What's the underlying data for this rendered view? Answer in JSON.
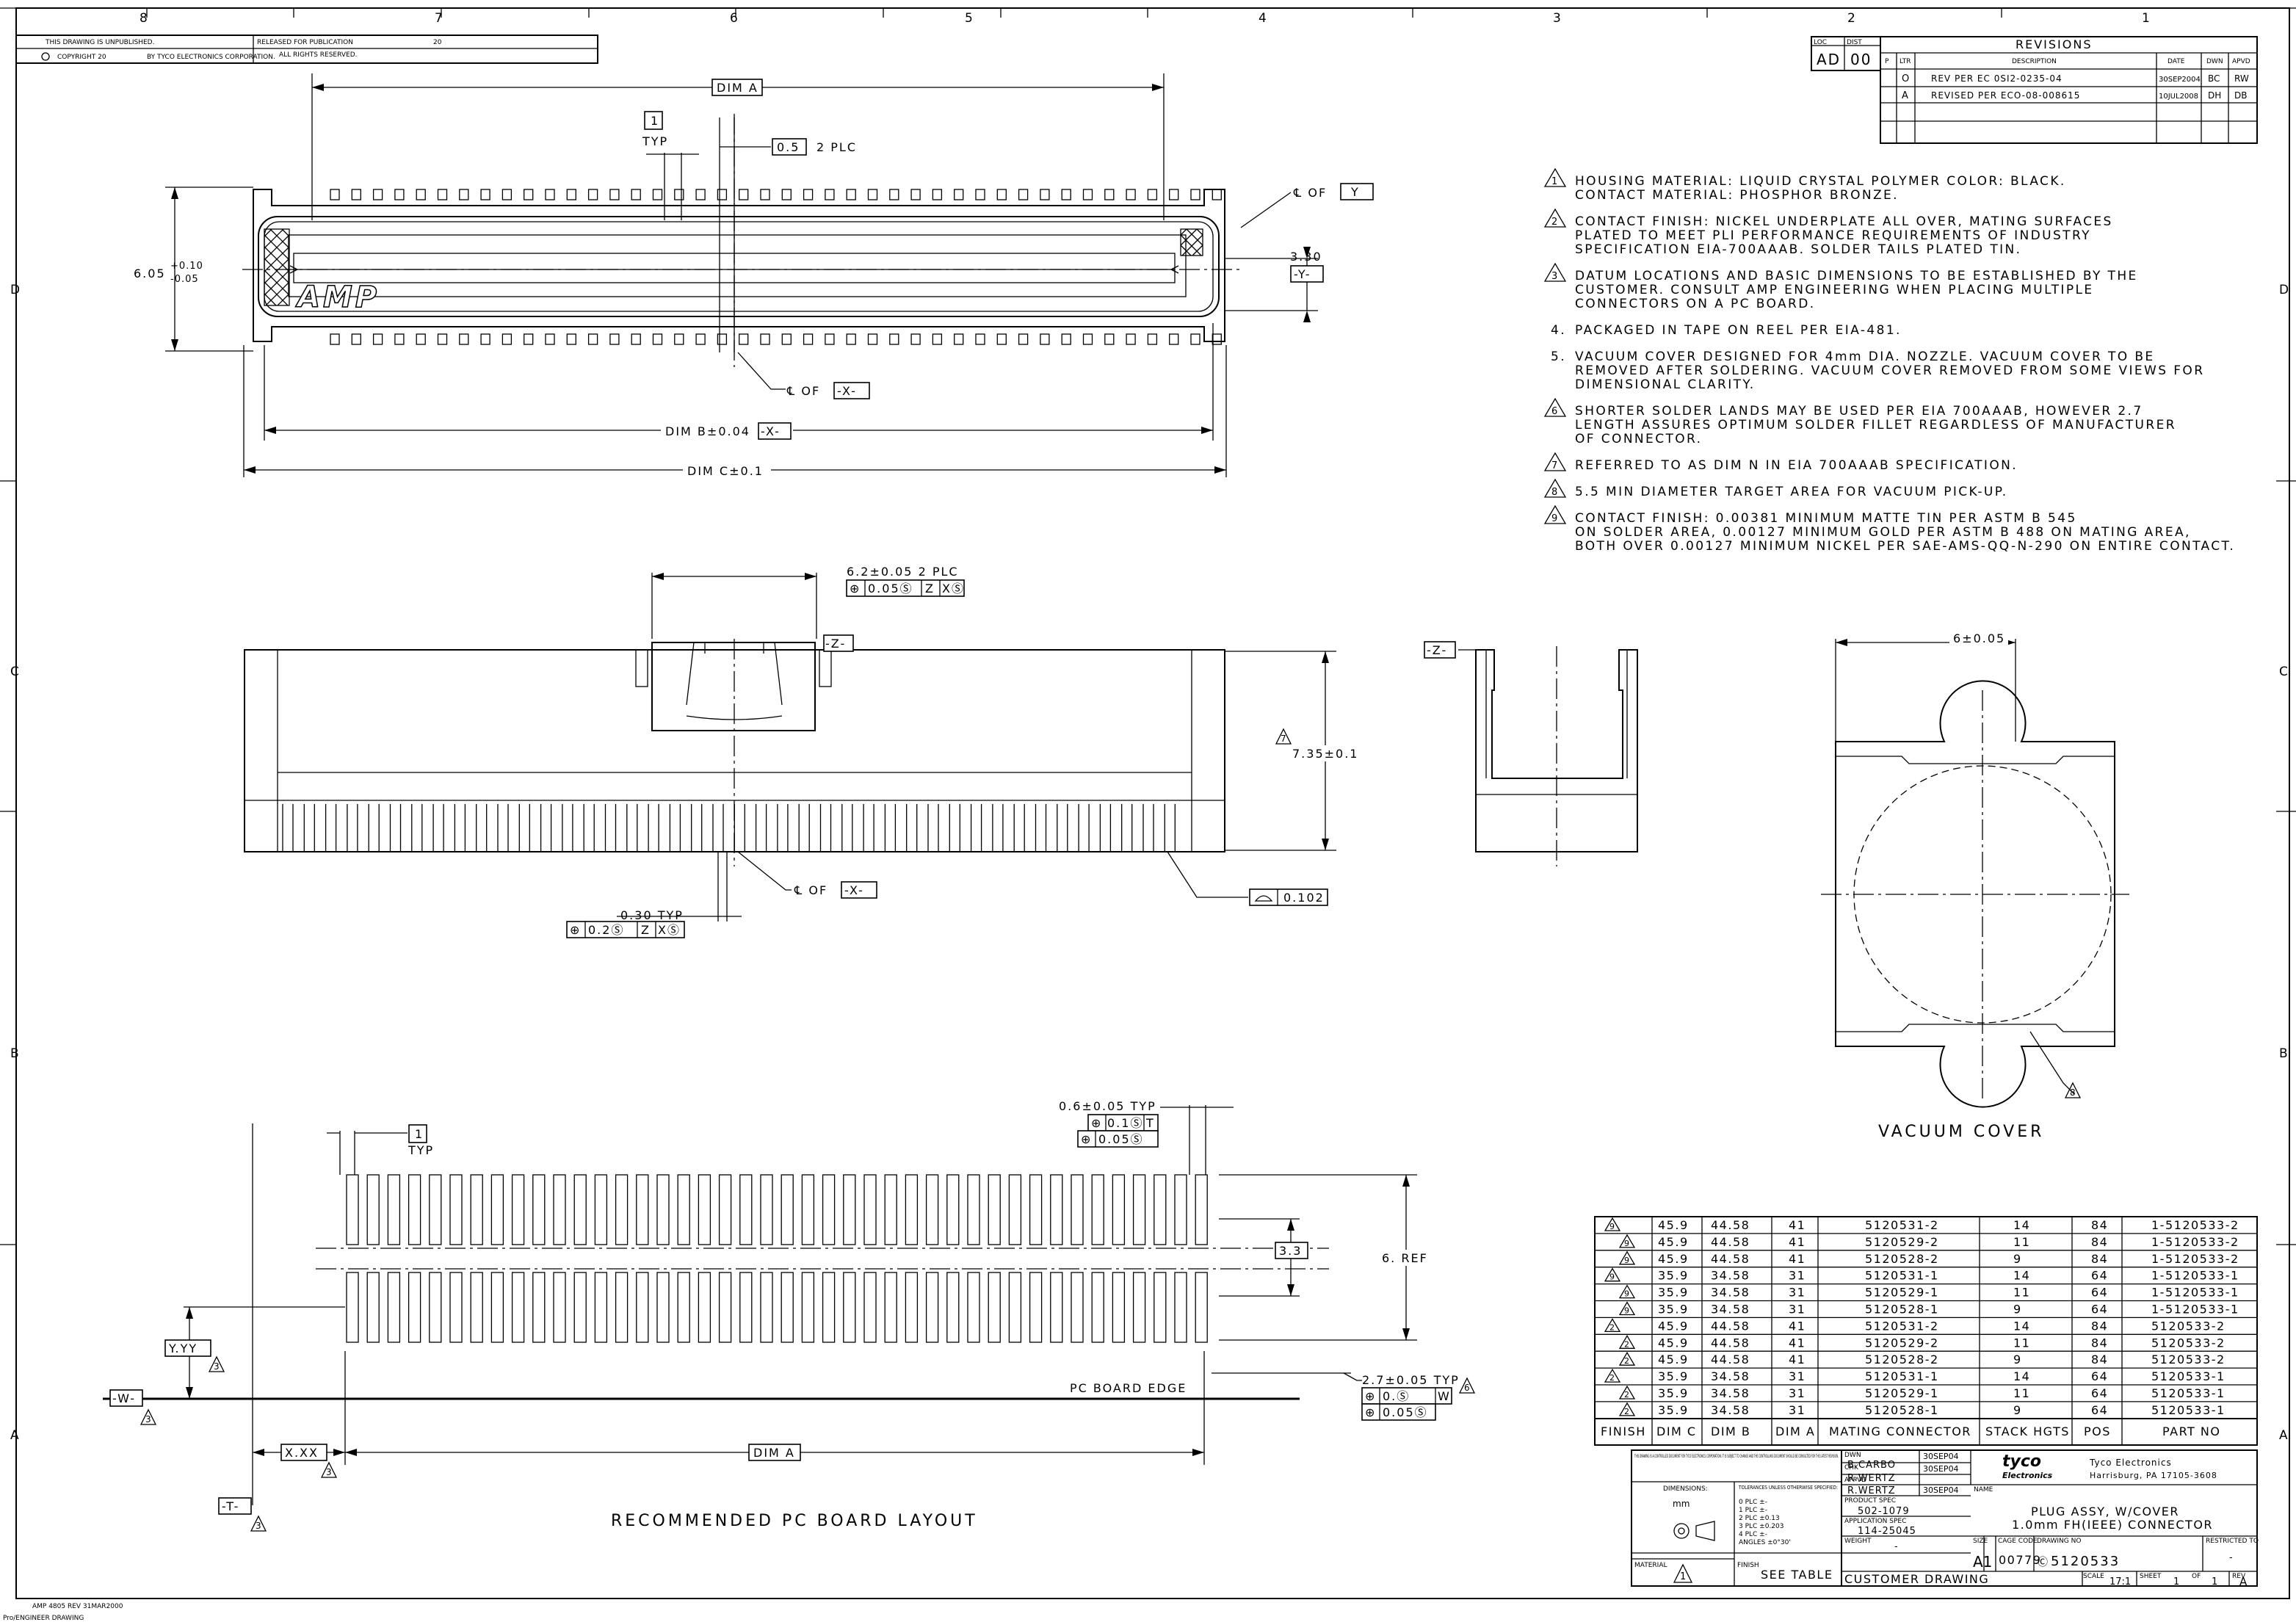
{
  "grid": {
    "cols": [
      "8",
      "7",
      "6",
      "5",
      "4",
      "3",
      "2",
      "1"
    ],
    "rows": [
      "D",
      "C",
      "B",
      "A"
    ]
  },
  "header_strip": {
    "unpublished": "THIS DRAWING IS UNPUBLISHED.",
    "released": "RELEASED FOR PUBLICATION",
    "released_year": "20",
    "copyright": "COPYRIGHT 20",
    "copyright_by": "BY TYCO ELECTRONICS CORPORATION.",
    "rights": "ALL RIGHTS RESERVED."
  },
  "revisions": {
    "loc_label": "LOC",
    "dist_label": "DIST",
    "loc": "AD",
    "dist": "00",
    "title": "REVISIONS",
    "headers": [
      "P",
      "LTR",
      "DESCRIPTION",
      "DATE",
      "DWN",
      "APVD"
    ],
    "rows": [
      {
        "ltr": "O",
        "desc": "REV PER EC 0SI2-0235-04",
        "date": "30SEP2004",
        "dwn": "BC",
        "apvd": "RW"
      },
      {
        "ltr": "A",
        "desc": "REVISED PER ECO-08-008615",
        "date": "10JUL2008",
        "dwn": "DH",
        "apvd": "DB"
      }
    ]
  },
  "notes": [
    {
      "num": "1",
      "flag": true,
      "lines": [
        "HOUSING MATERIAL: LIQUID CRYSTAL POLYMER    COLOR: BLACK.",
        "CONTACT MATERIAL: PHOSPHOR BRONZE."
      ]
    },
    {
      "num": "2",
      "flag": true,
      "lines": [
        "CONTACT FINISH: NICKEL UNDERPLATE ALL OVER, MATING SURFACES",
        "PLATED TO MEET PLI PERFORMANCE REQUIREMENTS OF INDUSTRY",
        "SPECIFICATION EIA-700AAAB. SOLDER TAILS PLATED TIN."
      ]
    },
    {
      "num": "3",
      "flag": true,
      "lines": [
        "DATUM LOCATIONS AND BASIC DIMENSIONS TO BE ESTABLISHED BY THE",
        "CUSTOMER. CONSULT AMP ENGINEERING WHEN PLACING MULTIPLE",
        "CONNECTORS ON A PC BOARD."
      ]
    },
    {
      "num": "4.",
      "flag": false,
      "lines": [
        "PACKAGED IN TAPE ON REEL PER EIA-481."
      ]
    },
    {
      "num": "5.",
      "flag": false,
      "lines": [
        "VACUUM COVER DESIGNED FOR 4mm DIA. NOZZLE. VACUUM COVER TO BE",
        "REMOVED AFTER SOLDERING. VACUUM COVER REMOVED FROM SOME VIEWS FOR",
        "DIMENSIONAL CLARITY."
      ]
    },
    {
      "num": "6",
      "flag": true,
      "lines": [
        "SHORTER SOLDER LANDS MAY BE USED PER EIA 700AAAB, HOWEVER 2.7",
        "LENGTH ASSURES OPTIMUM SOLDER FILLET REGARDLESS OF MANUFACTURER",
        "OF CONNECTOR."
      ]
    },
    {
      "num": "7",
      "flag": true,
      "lines": [
        "REFERRED TO AS DIM N IN EIA 700AAAB SPECIFICATION."
      ]
    },
    {
      "num": "8",
      "flag": true,
      "lines": [
        "5.5 MIN DIAMETER TARGET AREA FOR VACUUM PICK-UP."
      ]
    },
    {
      "num": "9",
      "flag": true,
      "lines": [
        "CONTACT FINISH: 0.00381 MINIMUM MATTE TIN PER ASTM B 545",
        "ON SOLDER AREA, 0.00127 MINIMUM GOLD PER ASTM B 488 ON MATING AREA,",
        "BOTH OVER 0.00127 MINIMUM NICKEL PER SAE-AMS-QQ-N-290 ON ENTIRE CONTACT."
      ]
    }
  ],
  "top_view": {
    "dim_a": "DIM A",
    "typ_box": "1",
    "typ": "TYP",
    "pitch": "0.5",
    "pitch_plc": "2 PLC",
    "cl_y_prefix": "℄ OF",
    "y_box": "Y",
    "h_value": "6.05",
    "h_tol_plus": "+0.10",
    "h_tol_minus": "-0.05",
    "w330": "3.30",
    "y_datum": "-Y-",
    "cl_x_prefix": "℄ OF",
    "x_datum": "-X-",
    "dim_b": "DIM B±0.04",
    "dim_c": "DIM C±0.1",
    "logo": "AMP"
  },
  "front_view": {
    "w62": "6.2±0.05 2 PLC",
    "fcf1": [
      "⊕",
      "0.05Ⓢ",
      "Z",
      "XⓈ"
    ],
    "z_datum": "-Z-",
    "h735_flag": "7",
    "h735": "7.35±0.1",
    "cl_x_prefix": "℄ OF",
    "x_datum": "-X-",
    "t030": "0.30 TYP",
    "fcf2": [
      "⊕",
      "0.2Ⓢ",
      "Z",
      "XⓈ"
    ],
    "flat": "⏥",
    "flat_val": "0.102"
  },
  "side_view": {
    "z_datum": "-Z-"
  },
  "vacuum": {
    "w6": "6±0.05",
    "flag": "8",
    "label": "VACUUM COVER"
  },
  "pcb": {
    "t06": "0.6±0.05 TYP",
    "fcf_a": [
      "⊕",
      "0.1Ⓢ",
      "T"
    ],
    "fcf_b": [
      "⊕",
      "0.05Ⓢ"
    ],
    "typ_box": "1",
    "typ": "TYP",
    "d33": "3.3",
    "d6ref": "6. REF",
    "yyy": "Y.YY",
    "flag3": "3",
    "w_datum": "-W-",
    "edge": "PC BOARD EDGE",
    "t27": "2.7±0.05 TYP",
    "flag6": "6",
    "fcf_c": [
      "⊕",
      "0.Ⓢ",
      "W"
    ],
    "fcf_d": [
      "⊕",
      "0.05Ⓢ"
    ],
    "xxx": "X.XX",
    "dim_a": "DIM A",
    "t_datum": "-T-",
    "title": "RECOMMENDED PC BOARD LAYOUT"
  },
  "parts_table": {
    "headers": [
      "FINISH",
      "DIM C",
      "DIM B",
      "DIM A",
      "MATING CONNECTOR",
      "STACK HGTS",
      "POS",
      "PART NO"
    ],
    "rows": [
      {
        "flag": "9",
        "c": "45.9",
        "b": "44.58",
        "a": "41",
        "mate": "5120531-2",
        "stack": "14",
        "pos": "84",
        "part": "1-5120533-2"
      },
      {
        "flag": "9",
        "c": "45.9",
        "b": "44.58",
        "a": "41",
        "mate": "5120529-2",
        "stack": "11",
        "pos": "84",
        "part": "1-5120533-2"
      },
      {
        "flag": "9",
        "c": "45.9",
        "b": "44.58",
        "a": "41",
        "mate": "5120528-2",
        "stack": "9",
        "pos": "84",
        "part": "1-5120533-2"
      },
      {
        "flag": "9",
        "c": "35.9",
        "b": "34.58",
        "a": "31",
        "mate": "5120531-1",
        "stack": "14",
        "pos": "64",
        "part": "1-5120533-1"
      },
      {
        "flag": "9",
        "c": "35.9",
        "b": "34.58",
        "a": "31",
        "mate": "5120529-1",
        "stack": "11",
        "pos": "64",
        "part": "1-5120533-1"
      },
      {
        "flag": "9",
        "c": "35.9",
        "b": "34.58",
        "a": "31",
        "mate": "5120528-1",
        "stack": "9",
        "pos": "64",
        "part": "1-5120533-1"
      },
      {
        "flag": "2",
        "c": "45.9",
        "b": "44.58",
        "a": "41",
        "mate": "5120531-2",
        "stack": "14",
        "pos": "84",
        "part": "5120533-2"
      },
      {
        "flag": "2",
        "c": "45.9",
        "b": "44.58",
        "a": "41",
        "mate": "5120529-2",
        "stack": "11",
        "pos": "84",
        "part": "5120533-2"
      },
      {
        "flag": "2",
        "c": "45.9",
        "b": "44.58",
        "a": "41",
        "mate": "5120528-2",
        "stack": "9",
        "pos": "84",
        "part": "5120533-2"
      },
      {
        "flag": "2",
        "c": "35.9",
        "b": "34.58",
        "a": "31",
        "mate": "5120531-1",
        "stack": "14",
        "pos": "64",
        "part": "5120533-1"
      },
      {
        "flag": "2",
        "c": "35.9",
        "b": "34.58",
        "a": "31",
        "mate": "5120529-1",
        "stack": "11",
        "pos": "64",
        "part": "5120533-1"
      },
      {
        "flag": "2",
        "c": "35.9",
        "b": "34.58",
        "a": "31",
        "mate": "5120528-1",
        "stack": "9",
        "pos": "64",
        "part": "5120533-1"
      }
    ]
  },
  "title_block": {
    "fine_print": "THIS DRAWING IS A CONTROLLED DOCUMENT FOR TYCO ELECTRONICS CORPORATION. IT IS SUBJECT TO CHANGE AND THE CONTROLLING DOCUMENT SHOULD BE CONSULTED FOR THE LATEST REVISION.",
    "dimensions_label": "DIMENSIONS:",
    "units": "mm",
    "tol_title": "TOLERANCES UNLESS OTHERWISE SPECIFIED:",
    "tol_rows": [
      "0 PLC   ±-",
      "1 PLC   ±-",
      "2 PLC   ±0.13",
      "3 PLC   ±0.203",
      "4 PLC   ±-",
      "ANGLES   ±0°30'"
    ],
    "material_label": "MATERIAL",
    "finish_label": "FINISH",
    "material_flag": "1",
    "finish_value": "SEE TABLE",
    "dwn_label": "DWN",
    "dwn_name": "B.CARBO",
    "dwn_date": "30SEP04",
    "chk_label": "CHK",
    "chk_name": "R.WERTZ",
    "chk_date": "30SEP04",
    "appvd_label": "APPVD",
    "appvd_name": "R.WERTZ",
    "appvd_date": "30SEP04",
    "product_spec_label": "PRODUCT SPEC",
    "product_spec": "502-1079",
    "application_spec_label": "APPLICATION SPEC",
    "application_spec": "114-25045",
    "weight_label": "WEIGHT",
    "weight": "-",
    "company_logo": "tyco",
    "company_sub": "Electronics",
    "company_name": "Tyco Electronics",
    "company_city": "Harrisburg, PA 17105-3608",
    "name_label": "NAME",
    "title_line1": "PLUG ASSY, W/COVER",
    "title_line2": "1.0mm FH(IEEE) CONNECTOR",
    "size_label": "SIZE",
    "size": "A1",
    "cage_label": "CAGE CODE",
    "cage": "00779",
    "drawing_no_label": "DRAWING NO",
    "drawing_no": "5120533",
    "restricted_label": "RESTRICTED TO",
    "restricted": "-",
    "customer": "CUSTOMER DRAWING",
    "scale_label": "SCALE",
    "scale": "17:1",
    "sheet_label": "SHEET",
    "sheet": "1",
    "of_label": "OF",
    "of": "1",
    "rev_label": "REV",
    "rev": "A"
  },
  "footer": {
    "line1": "AMP 4805 REV 31MAR2000",
    "line2": "Pro/ENGINEER DRAWING"
  }
}
